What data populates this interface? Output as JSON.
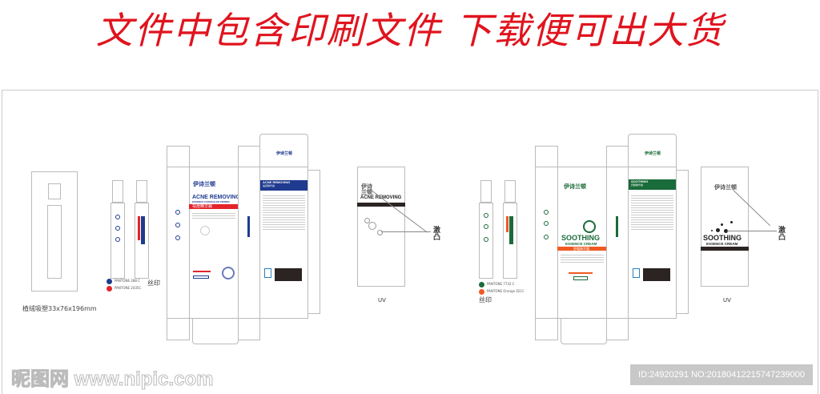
{
  "header": {
    "title": "文件中包含印刷文件 下载便可出大货"
  },
  "tray": {
    "label": "植绒吸塑33x76x196mm"
  },
  "brand": {
    "logo": "伊诗兰顿"
  },
  "products": [
    {
      "name": "ACNE REMOVING",
      "subtitle": "ESSENCE CONCEALER PRIMER",
      "cn_name": "祛痘精华霜",
      "accent": "#1f3b8f",
      "bar": "#e4232b",
      "pantones": [
        {
          "label": "PANTONE 288 C",
          "color": "#1f3b8f"
        },
        {
          "label": "PANTONE 2035C",
          "color": "#e4232b"
        }
      ],
      "print_label": "丝印",
      "uv_label": "UV",
      "emboss_label": "激凸"
    },
    {
      "name": "SOOTHING",
      "subtitle": "ESSENCE CREAM",
      "cn_name": "舒缓精华霜",
      "accent": "#1a6b3a",
      "bar": "#f05a22",
      "pantones": [
        {
          "label": "PANTONE 7732 C",
          "color": "#1a6b3a"
        },
        {
          "label": "PANTONE Orange 021C",
          "color": "#f05a22"
        }
      ],
      "print_label": "丝印",
      "uv_label": "UV",
      "emboss_label": "激凸"
    }
  ],
  "watermark": {
    "site": "昵图网 www.nipic.com",
    "id": "ID:24920291 NO:20180412215747239000"
  }
}
